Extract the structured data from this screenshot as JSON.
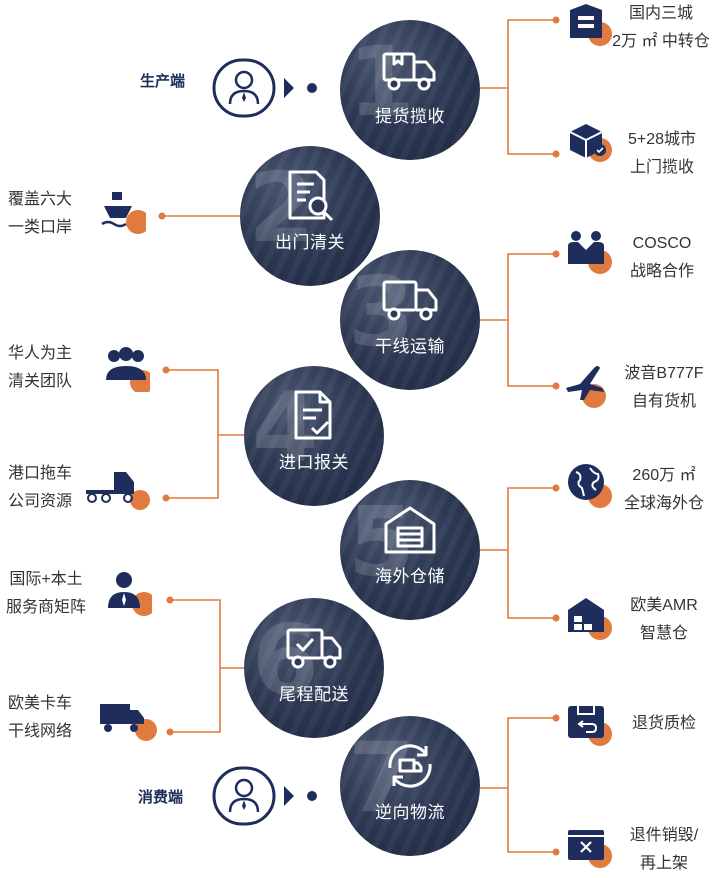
{
  "colors": {
    "navy": "#1f2d5c",
    "orange": "#e07a3f",
    "text": "#333333"
  },
  "ends": {
    "producer": {
      "label": "生产端"
    },
    "consumer": {
      "label": "消费端"
    }
  },
  "steps": [
    {
      "label": "提货揽收",
      "number": "1",
      "icon": "truck-box-icon"
    },
    {
      "label": "出门清关",
      "number": "2",
      "icon": "document-search-icon"
    },
    {
      "label": "干线运输",
      "number": "3",
      "icon": "truck-icon"
    },
    {
      "label": "进口报关",
      "number": "4",
      "icon": "document-check-icon"
    },
    {
      "label": "海外仓储",
      "number": "5",
      "icon": "warehouse-icon"
    },
    {
      "label": "尾程配送",
      "number": "6",
      "icon": "delivery-check-icon"
    },
    {
      "label": "逆向物流",
      "number": "7",
      "icon": "return-cycle-icon"
    }
  ],
  "features": {
    "pickup_1": {
      "line1": "国内三城",
      "line2": "2万 ㎡ 中转仓",
      "icon": "city-building-icon"
    },
    "pickup_2": {
      "line1": "5+28城市",
      "line2": "上门揽收",
      "icon": "box-check-icon"
    },
    "export_1": {
      "line1": "覆盖六大",
      "line2": "一类口岸",
      "icon": "ship-icon"
    },
    "trunk_1": {
      "line1": "COSCO",
      "line2": "战略合作",
      "icon": "partners-icon"
    },
    "trunk_2": {
      "line1": "波音B777F",
      "line2": "自有货机",
      "icon": "airplane-icon"
    },
    "import_1": {
      "line1": "华人为主",
      "line2": "清关团队",
      "icon": "team-icon"
    },
    "import_2": {
      "line1": "港口拖车",
      "line2": "公司资源",
      "icon": "tow-truck-icon"
    },
    "storage_1": {
      "line1": "260万 ㎡",
      "line2": "全球海外仓",
      "icon": "globe-icon"
    },
    "storage_2": {
      "line1": "欧美AMR",
      "line2": "智慧仓",
      "icon": "smart-warehouse-icon"
    },
    "lastmile_1": {
      "line1": "国际+本土",
      "line2": "服务商矩阵",
      "icon": "businessman-icon"
    },
    "lastmile_2": {
      "line1": "欧美卡车",
      "line2": "干线网络",
      "icon": "truck-network-icon"
    },
    "reverse_1": {
      "line1": "退货质检",
      "line2": "",
      "icon": "return-box-icon"
    },
    "reverse_2": {
      "line1": "退件销毁/",
      "line2": "再上架",
      "icon": "box-x-icon"
    }
  }
}
